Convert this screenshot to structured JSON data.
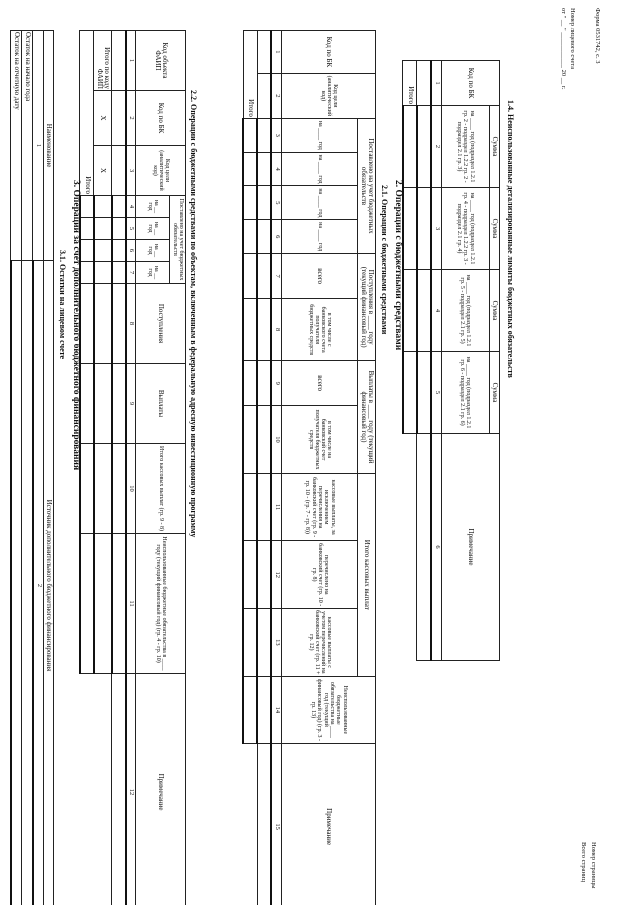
{
  "top_right": {
    "form": "Форма 0531742, с. 3",
    "account_label": "Номер лицевого счета",
    "date_from": "от \" __ \" ___________ 20 __ г.",
    "sheet_number": "Номер страницы",
    "total_sheets": "Всего страниц"
  },
  "s14": {
    "title": "1.4. Неиспользованные детализированные лимиты бюджетных обязательств",
    "col_kbk": "Код по БК",
    "col_sum": "Сумма",
    "col2": "на ____ год (подраздел 1.2.1 гр. 2 - подраздел 1.2.2 гр. 2 - подраздел 2.1 гр. 3)",
    "col3": "на ____ год (подраздел 1.2.1 гр. 4 - подраздел 1.2.2 гр. 3 - подраздел 2.1 гр. 4)",
    "col4": "на ____ год (подраздел 1.2.1 гр. 5 - подраздел 2.1 гр. 5)",
    "col5": "на ____ год (подраздел 1.2.1 гр. 6 - подраздел 2.1 гр. 6)",
    "col_note": "Примечание",
    "nums": [
      "1",
      "2",
      "3",
      "4",
      "5",
      "6"
    ],
    "total": "Итого"
  },
  "s2": {
    "title": "2. Операции с бюджетными средствами",
    "sub": "2.1. Операции с бюджетными средствами",
    "col_kbk": "Код по БК",
    "col_goal": "Код цели (аналитический код)",
    "col_posted": "Поставлено на учет бюджетных обязательств",
    "y1": "на ____ год",
    "y2": "на ____ год",
    "y3": "на ____ год",
    "y4": "на ____ год",
    "col_receipts": "Поступления в ____ году (текущий финансовый год)",
    "col_payments": "Выплаты в ____ году (текущий финансовый год)",
    "total_word": "всего",
    "incl_from_bank": "в том числе с банковского счета получателя бюджетных средств",
    "incl_to_bank": "в том числе на банковский счет получателя бюджетных средств",
    "col_cash_total": "Итого кассовых выплат",
    "cash_excl": "кассовые выплаты, за исключением перечисления на банковский счет (гр. 9 - гр. 10 - (гр. 7 - гр. 8))",
    "transfer": "перечислено на банковский счет (гр. 10 - гр. 8)",
    "cash_incl": "кассовые выплаты с учетом перечислений на банковский счет (гр. 11 + гр. 12)",
    "unused": "Неиспользованные бюджетные обязательства на ____ год (текущий финансовый год) (гр. 3 - гр. 13)",
    "note": "Примечание",
    "nums": [
      "1",
      "2",
      "3",
      "4",
      "5",
      "6",
      "7",
      "8",
      "9",
      "10",
      "11",
      "12",
      "13",
      "14",
      "15"
    ],
    "total": "Итого"
  },
  "s22": {
    "title": "2.2. Операции с бюджетными средствами по объектам, включенным в федеральную адресную инвестиционную программу",
    "col_obj": "Код объекта ФАИП",
    "col_kbk": "Код по БК",
    "col_goal": "Код цели (аналитический код)",
    "col_posted": "Поставлено на учет бюджетных обязательств",
    "y": "на __ год",
    "col_receipts": "Поступления",
    "col_payments": "Выплаты",
    "col_cash": "Итого кассовых выплат (гр. 9 - 8)",
    "col_unused": "Неиспользованные бюджетные обязательства в ____ году (текущий финансовый год) (гр. 4 - гр. 10)",
    "col_note": "Примечание",
    "nums": [
      "1",
      "2",
      "3",
      "4",
      "5",
      "6",
      "7",
      "8",
      "9",
      "10",
      "11",
      "12"
    ],
    "x1": "X",
    "x2": "X",
    "total_obj": "Итого по коду ФАИП",
    "total": "Итого"
  },
  "s3": {
    "title": "3. Операции за счет дополнительного бюджетного финансирования",
    "sub": "3.1. Остатки на лицевом счете",
    "col_name": "Наименование",
    "col_src": "Источник дополнительного бюджетного финансирования",
    "n1": "1",
    "n2": "2",
    "row1": "Остаток на начало года",
    "row2": "Остаток на отчетную дату"
  }
}
